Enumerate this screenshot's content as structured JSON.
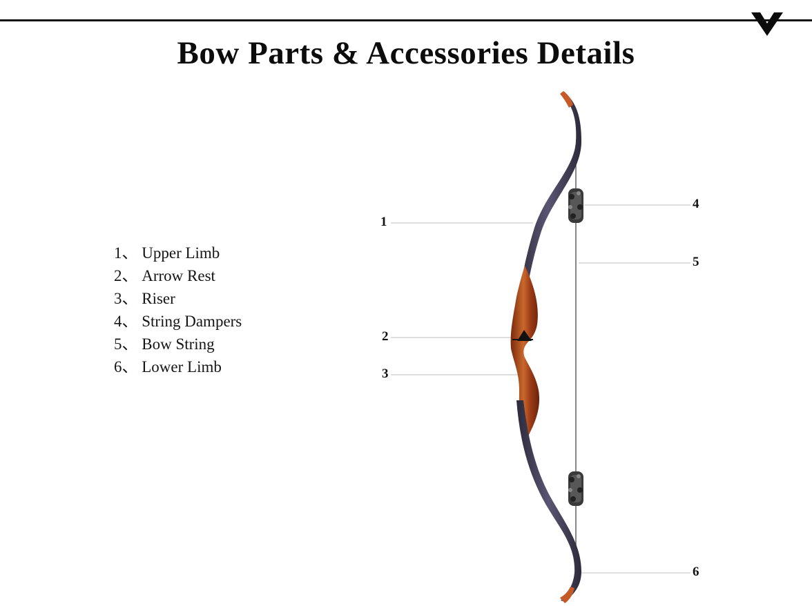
{
  "header": {
    "title": "Bow Parts & Accessories Details",
    "logo_icon": "chevron-down-icon"
  },
  "parts_list": [
    "1、 Upper Limb",
    "2、 Arrow Rest",
    "3、 Riser",
    "4、 String Dampers",
    "5、 Bow String",
    "6、 Lower Limb"
  ],
  "callouts": {
    "c1": "1",
    "c2": "2",
    "c3": "3",
    "c4": "4",
    "c5": "5",
    "c6": "6"
  },
  "colors": {
    "limb": "#4a4560",
    "limb_edge": "#2c2a3a",
    "riser": "#9a3a16",
    "riser_light": "#c9682c",
    "tip": "#c45a28",
    "damper": "#3a3a3a",
    "leader_line": "#bdbdbd",
    "string": "#555555"
  }
}
